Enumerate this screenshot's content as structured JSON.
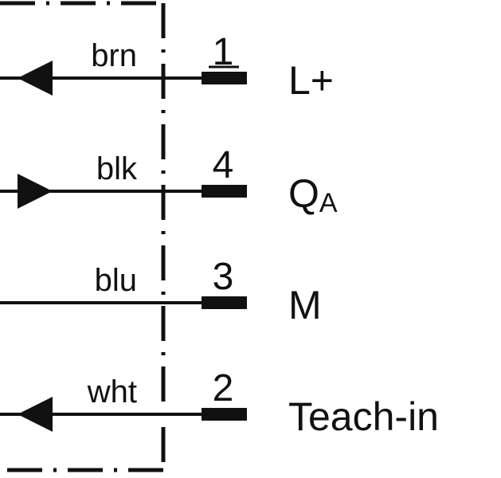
{
  "diagram": {
    "type": "connector-pinout",
    "colors": {
      "line": "#111111",
      "background": "#ffffff"
    },
    "rows": [
      {
        "wire": "brn",
        "pin": "1",
        "signal": "L+",
        "signal_sub": "",
        "arrow": "out-left",
        "pin_underlined": true
      },
      {
        "wire": "blk",
        "pin": "4",
        "signal": "Q",
        "signal_sub": "A",
        "arrow": "in-right",
        "pin_underlined": false
      },
      {
        "wire": "blu",
        "pin": "3",
        "signal": "M",
        "signal_sub": "",
        "arrow": "none",
        "pin_underlined": false
      },
      {
        "wire": "wht",
        "pin": "2",
        "signal": "Teach-in",
        "signal_sub": "",
        "arrow": "out-left",
        "pin_underlined": false
      }
    ]
  }
}
